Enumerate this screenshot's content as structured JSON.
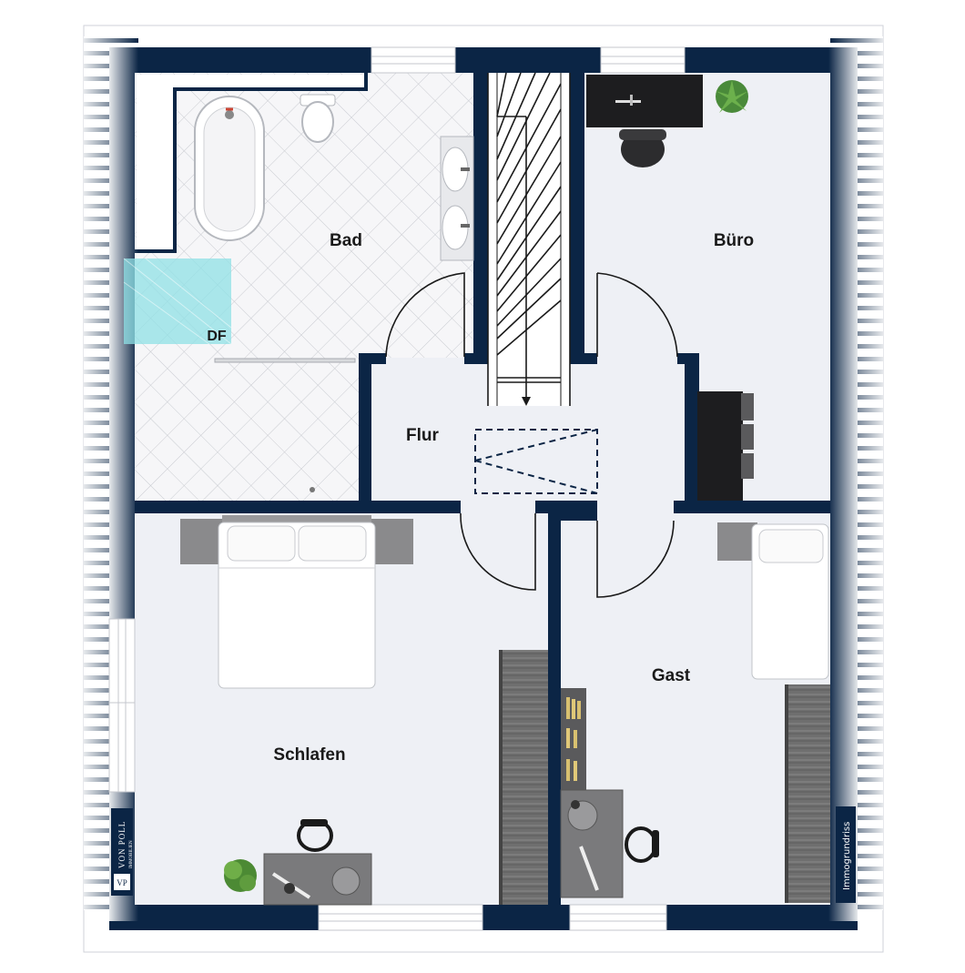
{
  "rooms": {
    "bad": "Bad",
    "buero": "Büro",
    "flur": "Flur",
    "schlafen": "Schlafen",
    "gast": "Gast",
    "df": "DF"
  },
  "branding": {
    "logo_initials": "VP",
    "logo_name": "VON POLL",
    "logo_sub": "IMMOBILIEN",
    "side_label": "Immogrundriss"
  },
  "colors": {
    "wall": "#0b2545",
    "floor": "#eef0f5",
    "tile": "#f4f4f6",
    "window_glass": "#8fe0e6",
    "furniture_gray": "#7a7a7a"
  }
}
